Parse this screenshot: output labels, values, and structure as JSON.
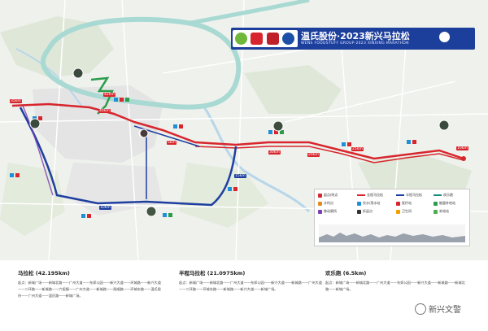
{
  "banner": {
    "title": "温氏股份·2023新兴马拉松",
    "subtitle": "WENS FOODSTUFF GROUP·2023 XINXING MARATHON"
  },
  "legend": {
    "items": [
      {
        "label": "起点/终点",
        "color": "#d7262d"
      },
      {
        "label": "全程马拉松",
        "color": "#d7262d"
      },
      {
        "label": "半程马拉松",
        "color": "#1f3fa0"
      },
      {
        "label": "欢乐跑",
        "color": "#1a8a7a"
      },
      {
        "label": "计时点",
        "color": "#e08b1b"
      },
      {
        "label": "饮水/用水站",
        "color": "#1e8fd8"
      },
      {
        "label": "医疗站",
        "color": "#d7262d"
      },
      {
        "label": "能量补给站",
        "color": "#2a9d4b"
      },
      {
        "label": "移动厕所",
        "color": "#7a3fb0"
      },
      {
        "label": "折返点",
        "color": "#333333"
      },
      {
        "label": "卫生间",
        "color": "#f0a000"
      },
      {
        "label": "补给站",
        "color": "#4caf50"
      }
    ]
  },
  "km_markers": [
    {
      "label": "42km",
      "class": ""
    },
    {
      "label": "40km",
      "class": ""
    },
    {
      "label": "35km",
      "class": ""
    },
    {
      "label": "30km",
      "class": ""
    },
    {
      "label": "25km",
      "class": ""
    },
    {
      "label": "20km",
      "class": ""
    },
    {
      "label": "15km",
      "class": "blue"
    },
    {
      "label": "10km",
      "class": "blue"
    },
    {
      "label": "5km",
      "class": ""
    },
    {
      "label": "10km",
      "class": ""
    }
  ],
  "sections": [
    {
      "title": "马拉松 (42.195km)",
      "text": "起点：新城广场——新城北路——广州大道——东郊公园——新兴大道——环城路——新兴大道——二环路——新城路——六祖镇——广州大道——新城路——翔顺路——环城东路——温氏股份——广州大道——温氏路——新城广场。"
    },
    {
      "title": "半程马拉松 (21.0975km)",
      "text": "起点：新城广场——新城北路——广州大道——东郊公园——新兴大道——新城路——广州大道——二环路——环城东路——新城路——新兴大道——新城广场。"
    },
    {
      "title": "欢乐跑 (6.5km)",
      "text": "起点：新城广场——新城北路——广州大道——东郊公园——新兴大道——新城路——新城北路——新城广场。"
    }
  ],
  "wechat": {
    "label": "新兴文警"
  }
}
